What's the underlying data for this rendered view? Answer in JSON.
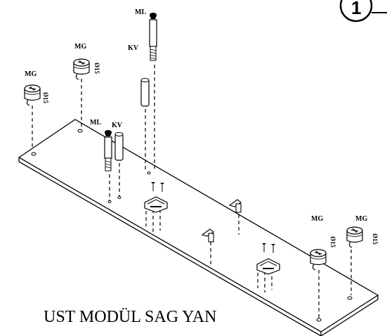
{
  "title": "UST MODÜL SAG YAN",
  "step_number": "1",
  "labels": {
    "mg": "MG",
    "ml": "ML",
    "kv": "KV",
    "dia": "Ø15"
  },
  "parts": [
    {
      "type": "cam-lock",
      "label": "MG",
      "dia": "Ø15"
    },
    {
      "type": "cam-lock",
      "label": "MG",
      "dia": "Ø15"
    },
    {
      "type": "bolt",
      "label": "ML"
    },
    {
      "type": "dowel",
      "label": "KV"
    },
    {
      "type": "bolt",
      "label": "ML"
    },
    {
      "type": "dowel",
      "label": "KV"
    },
    {
      "type": "cam-lock",
      "label": "MG",
      "dia": "Ø15"
    },
    {
      "type": "cam-lock",
      "label": "MG",
      "dia": "Ø15"
    }
  ]
}
